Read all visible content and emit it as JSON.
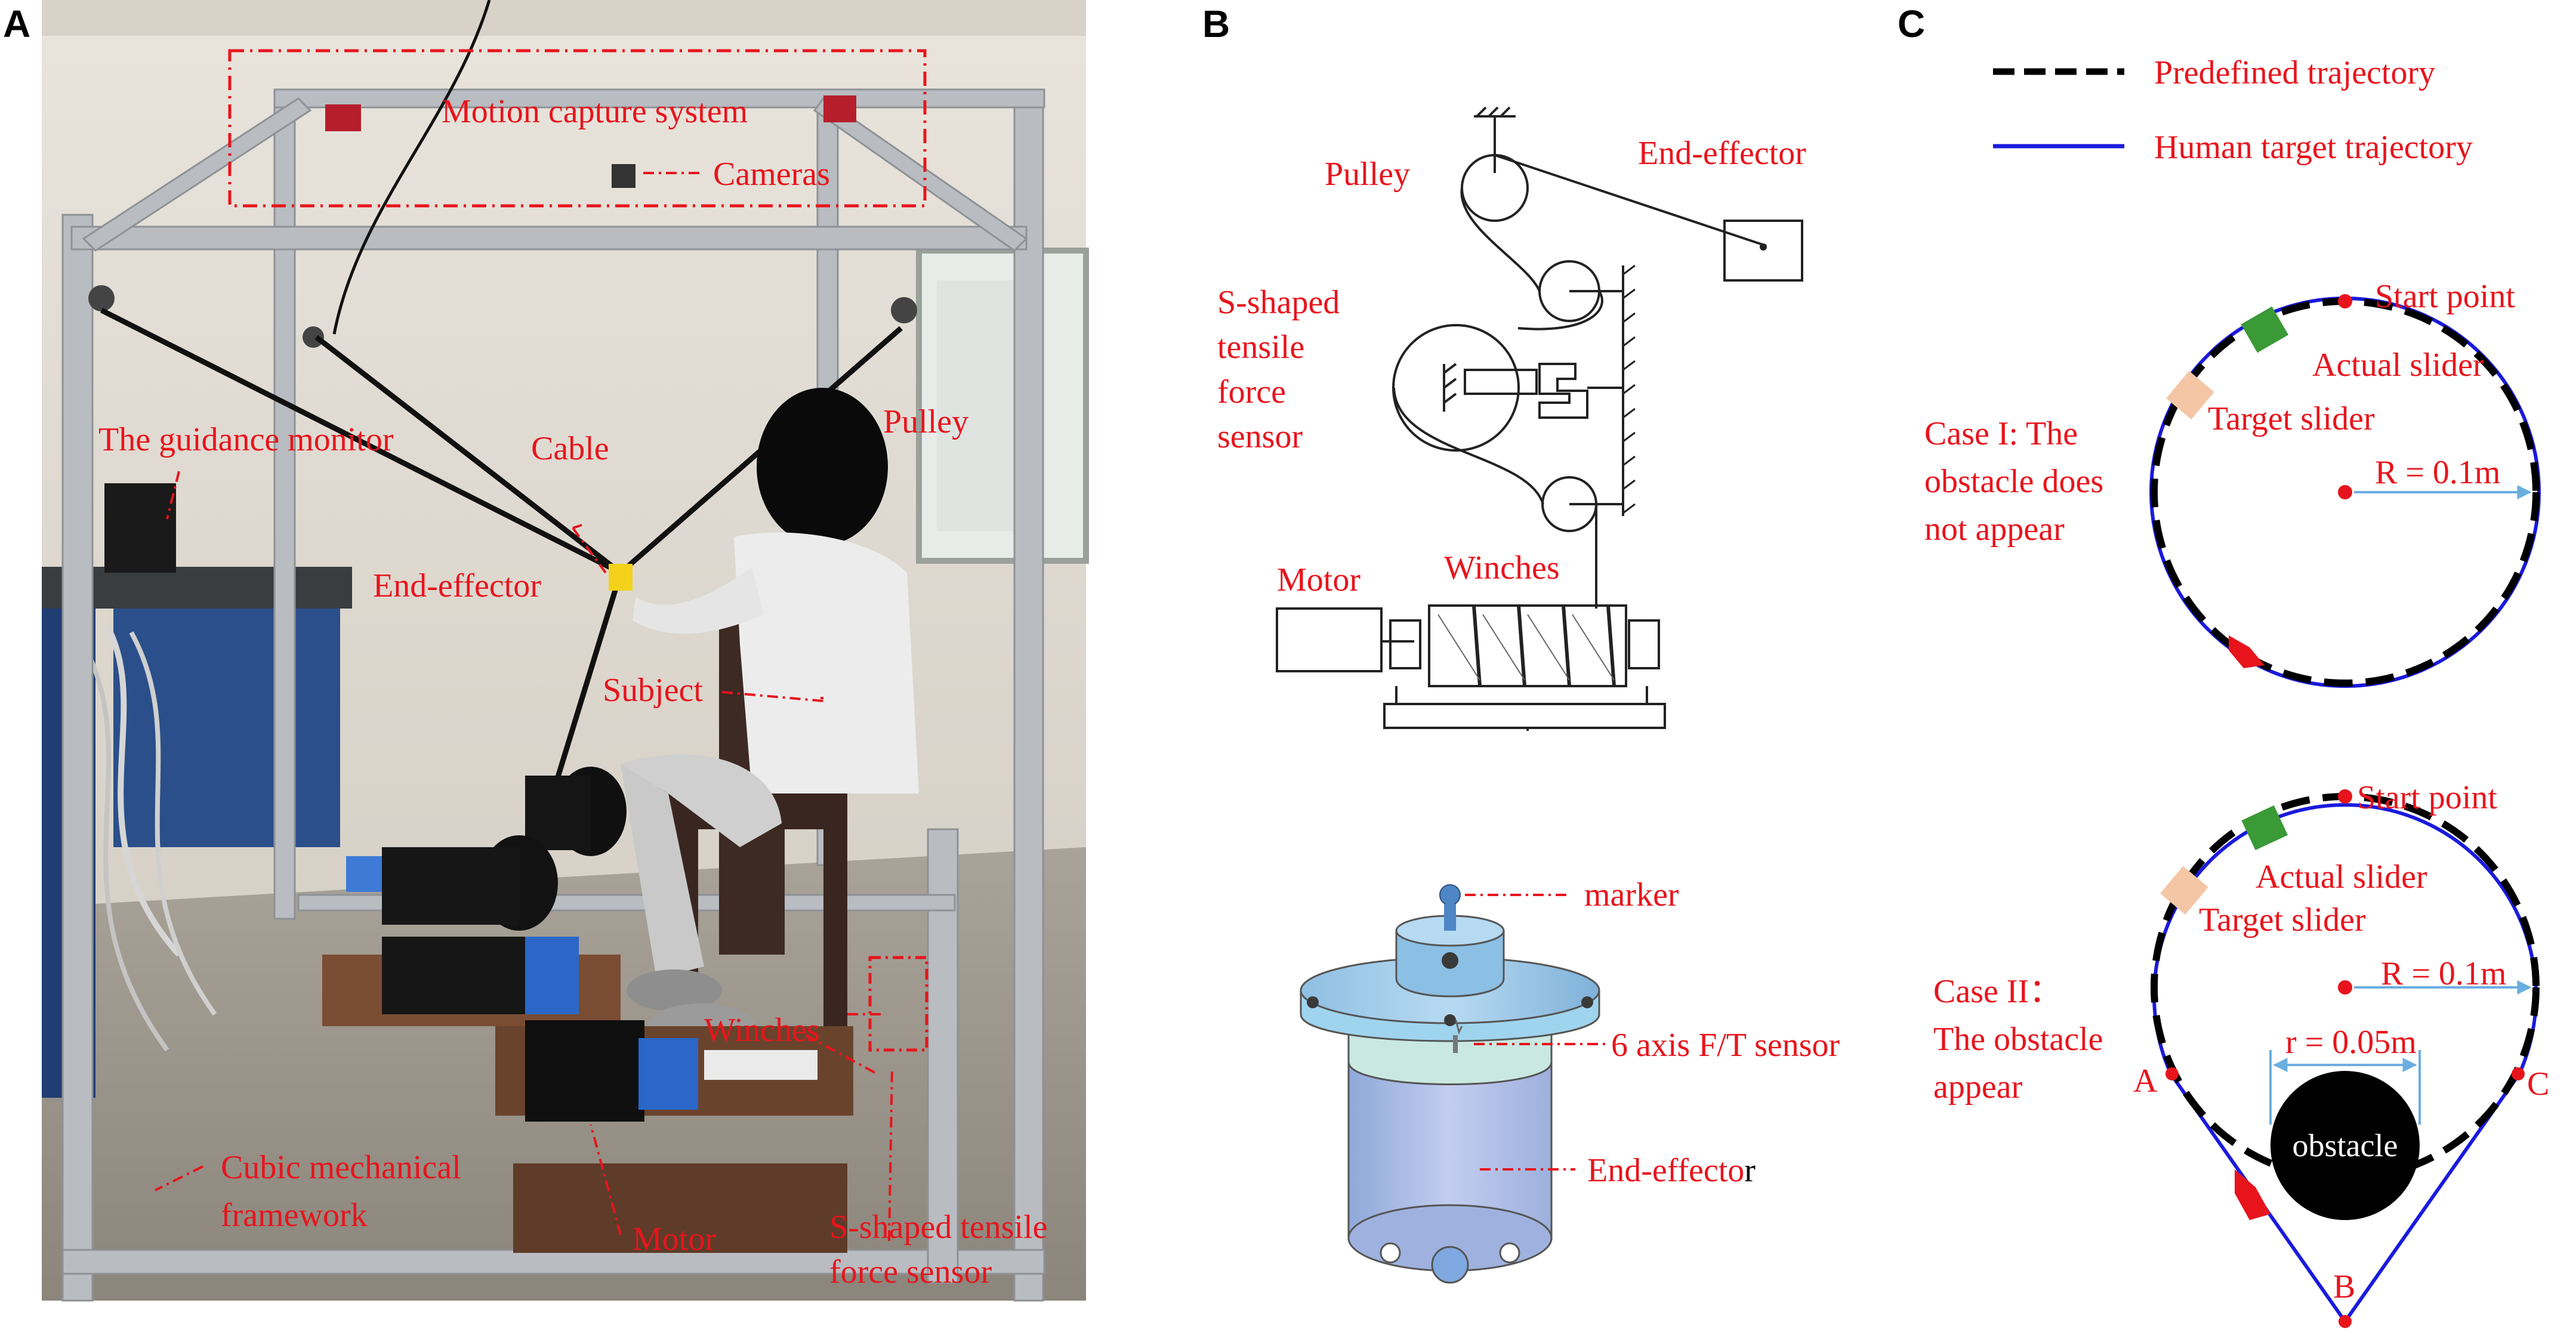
{
  "panels": {
    "a": "A",
    "b": "B",
    "c": "C"
  },
  "photo": {
    "motion_capture": "Motion capture system",
    "cameras": "Cameras",
    "guidance_monitor": "The guidance monitor",
    "cable": "Cable",
    "pulley": "Pulley",
    "end_effector": "End-effector",
    "subject": "Subject",
    "winches": "Winches",
    "cubic_framework_l1": "Cubic mechanical",
    "cubic_framework_l2": "framework",
    "motor": "Motor",
    "s_sensor_l1": "S-shaped tensile",
    "s_sensor_l2": "force sensor"
  },
  "mechanism": {
    "pulley": "Pulley",
    "end_effector": "End-effector",
    "s_sensor_l1": "S-shaped",
    "s_sensor_l2": "tensile",
    "s_sensor_l3": "force",
    "s_sensor_l4": "sensor",
    "motor": "Motor",
    "winches": "Winches"
  },
  "effector": {
    "marker": "marker",
    "ft_sensor": "6 axis F/T sensor",
    "end_effector": "End-effecto",
    "end_effector_tail": "r"
  },
  "trajectory": {
    "legend_predefined": "Predefined trajectory",
    "legend_human": "Human target trajectory",
    "start_point": "Start point",
    "actual_slider": "Actual slider",
    "target_slider": "Target slider",
    "case1_l1": "Case  I: The",
    "case1_l2": "obstacle does",
    "case1_l3": "not appear",
    "radius_big": "R = 0.1m",
    "case2_l1": "Case  II：",
    "case2_l2": "The obstacle",
    "case2_l3": "appear",
    "radius_small": "r = 0.05m",
    "obstacle": "obstacle",
    "point_a": "A",
    "point_b": "B",
    "point_c": "C"
  },
  "colors": {
    "label_red": "#e8141c",
    "trajectory_blue": "#1a1adc",
    "actual_slider": "#3a9a36",
    "target_slider": "#f4c6a6",
    "radius_arrow": "#6aaee0",
    "frame_gray": "#b9bcc0"
  }
}
